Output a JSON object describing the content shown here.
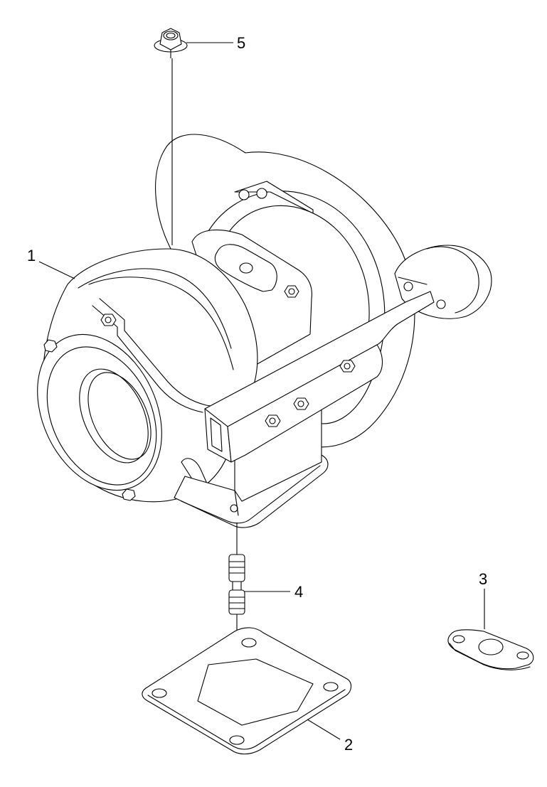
{
  "callouts": {
    "turbocharger": "1",
    "gasket_flange": "2",
    "gasket_oil": "3",
    "stud": "4",
    "nut": "5"
  },
  "colors": {
    "line": "#000000",
    "background": "#ffffff"
  }
}
